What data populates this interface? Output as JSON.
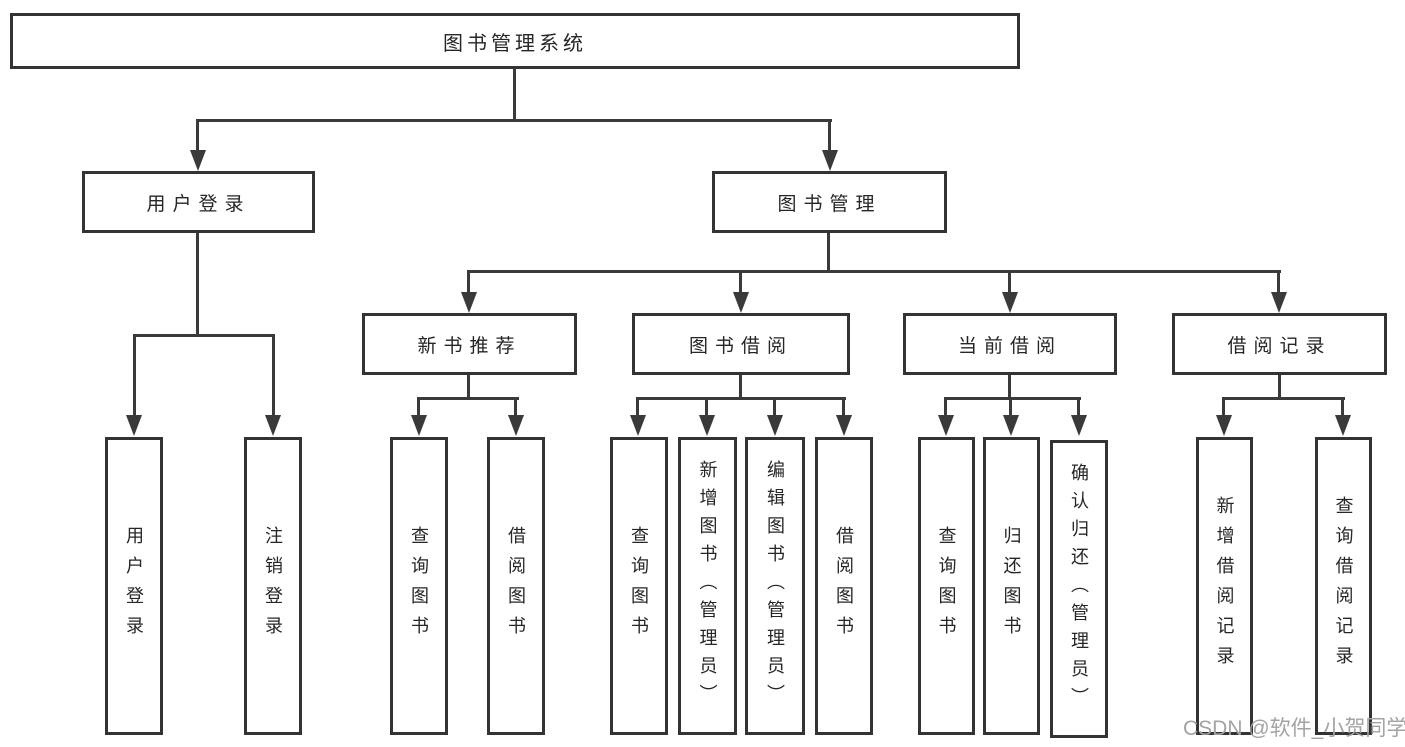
{
  "colors": {
    "line": "#3a3a3a",
    "box_border": "#333333",
    "text": "#262626",
    "watermark": "#a3a3a3",
    "bg": "#ffffff"
  },
  "tree": {
    "label": "图书管理系统",
    "children": [
      {
        "label": "用户登录",
        "children": [
          {
            "label": "用户登录"
          },
          {
            "label": "注销登录"
          }
        ]
      },
      {
        "label": "图书管理",
        "children": [
          {
            "label": "新书推荐",
            "children": [
              {
                "label": "查询图书"
              },
              {
                "label": "借阅图书"
              }
            ]
          },
          {
            "label": "图书借阅",
            "children": [
              {
                "label": "查询图书"
              },
              {
                "label": "新增图书（管理员）"
              },
              {
                "label": "编辑图书（管理员）"
              },
              {
                "label": "借阅图书"
              }
            ]
          },
          {
            "label": "当前借阅",
            "children": [
              {
                "label": "查询图书"
              },
              {
                "label": "归还图书"
              },
              {
                "label": "确认归还（管理员）"
              }
            ]
          },
          {
            "label": "借阅记录",
            "children": [
              {
                "label": "新增借阅记录"
              },
              {
                "label": "查询借阅记录"
              }
            ]
          }
        ]
      }
    ]
  },
  "watermark": {
    "text": "CSDN @软件_小贺同学"
  }
}
